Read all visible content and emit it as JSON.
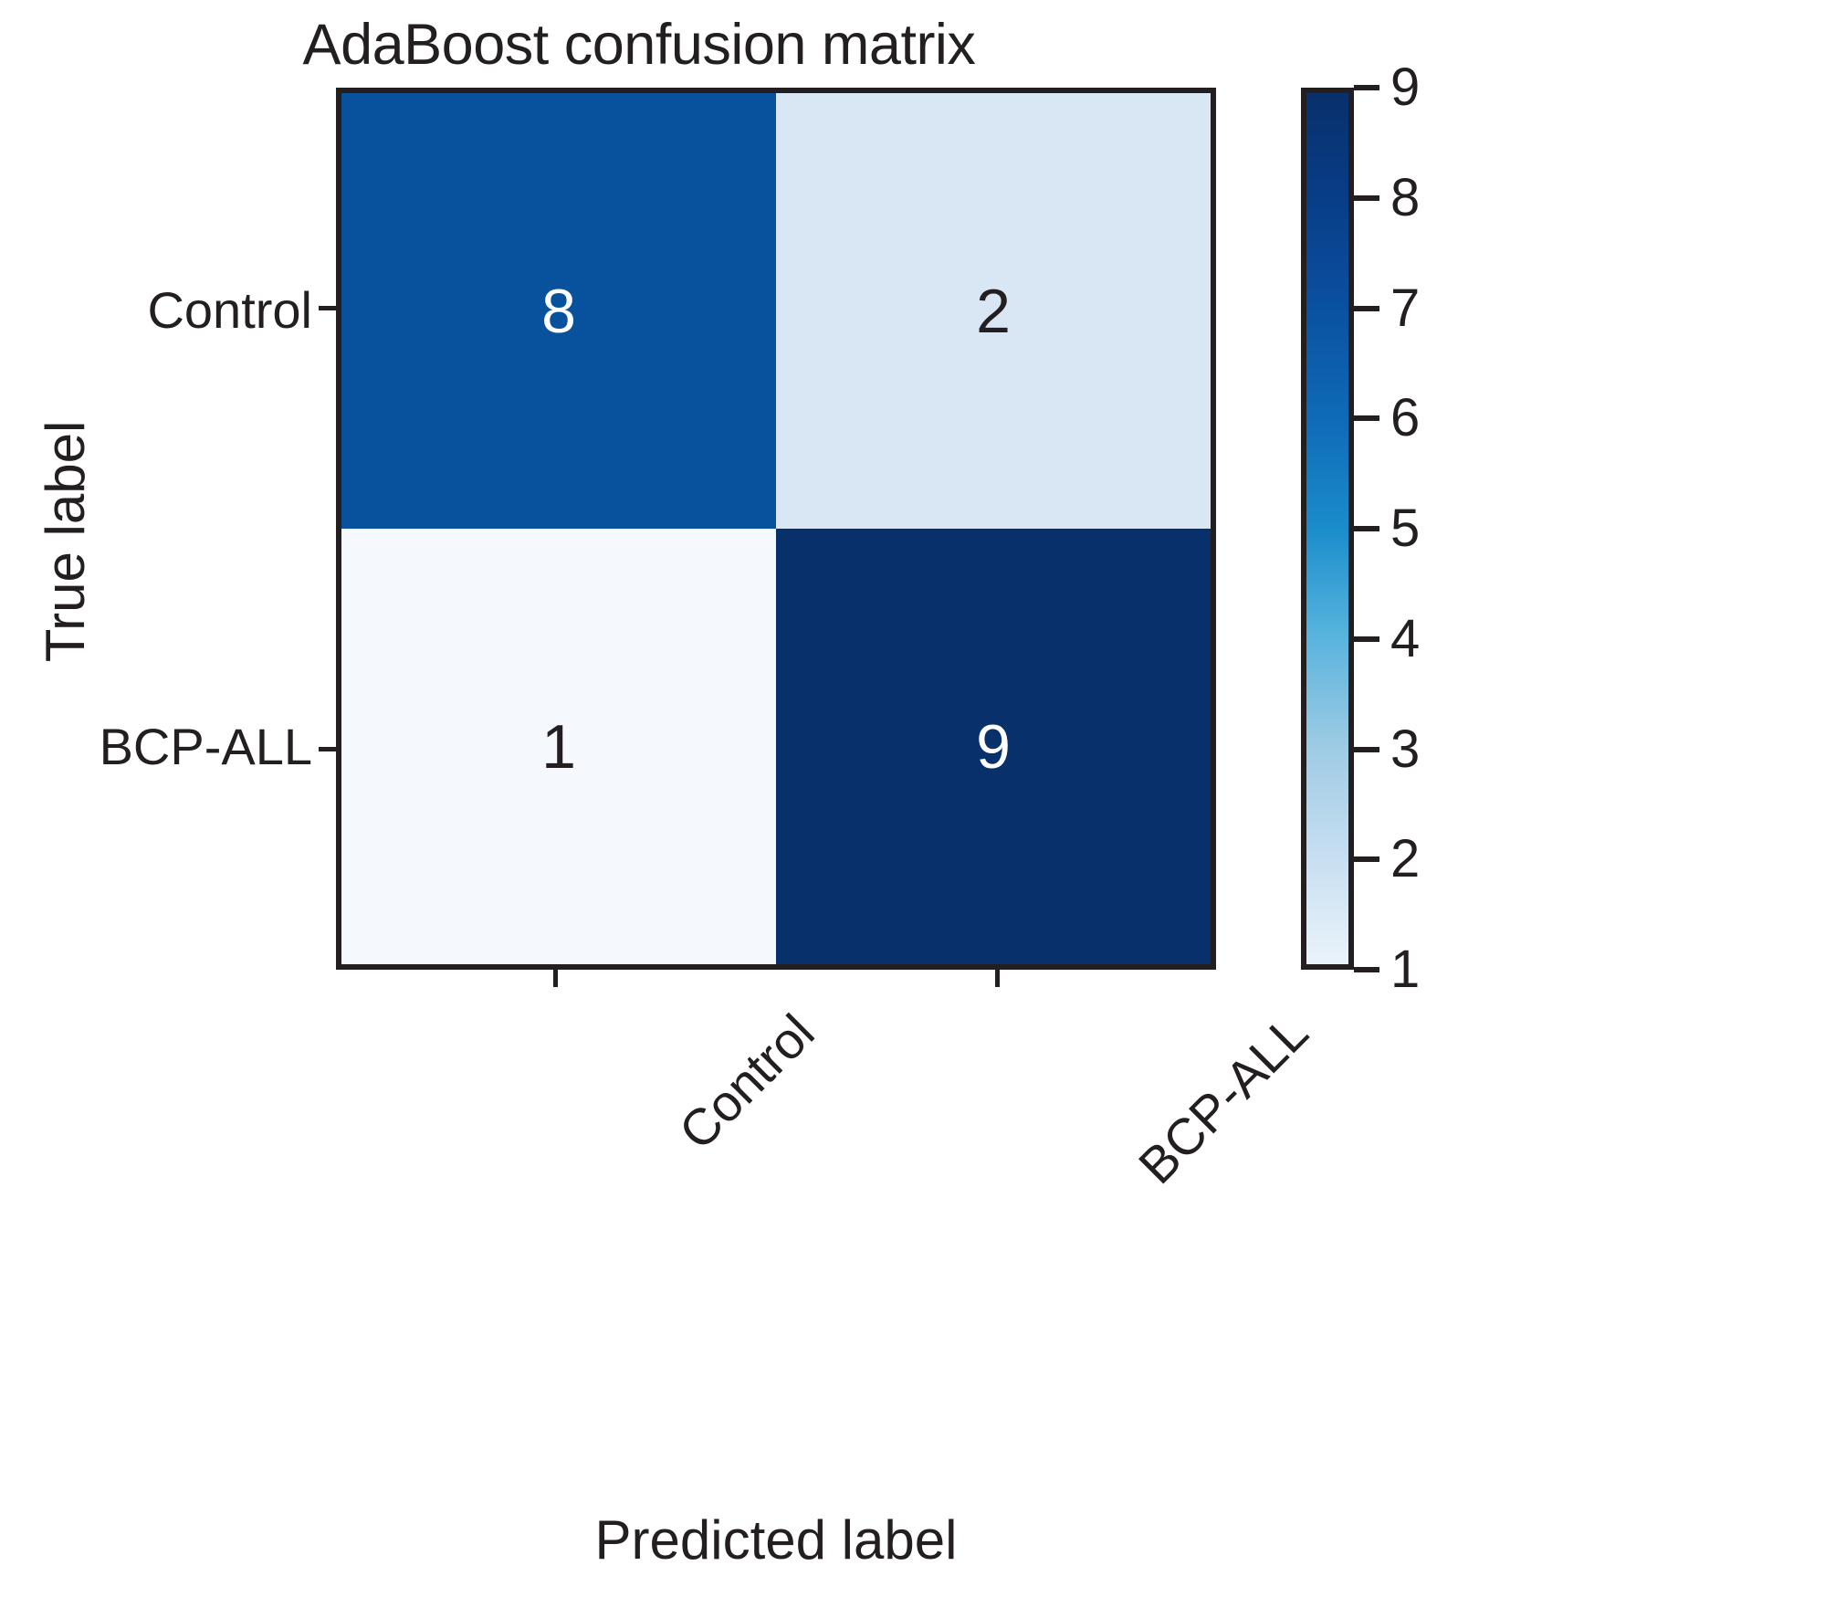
{
  "chart_data": {
    "type": "heatmap",
    "title": "AdaBoost confusion matrix",
    "xlabel": "Predicted label",
    "ylabel": "True label",
    "x_categories": [
      "Control",
      "BCP-ALL"
    ],
    "y_categories": [
      "Control",
      "BCP-ALL"
    ],
    "matrix": [
      [
        8,
        2
      ],
      [
        1,
        9
      ]
    ],
    "cells": [
      {
        "row": 0,
        "col": 0,
        "true_label": "Control",
        "predicted_label": "Control",
        "value": "8",
        "fill": "#08519c",
        "text_color": "#ffffff"
      },
      {
        "row": 0,
        "col": 1,
        "true_label": "Control",
        "predicted_label": "BCP-ALL",
        "value": "2",
        "fill": "#d9e7f4",
        "text_color": "#231f20"
      },
      {
        "row": 1,
        "col": 0,
        "true_label": "BCP-ALL",
        "predicted_label": "Control",
        "value": "1",
        "fill": "#f5f9fe",
        "text_color": "#231f20"
      },
      {
        "row": 1,
        "col": 1,
        "true_label": "BCP-ALL",
        "predicted_label": "BCP-ALL",
        "value": "9",
        "fill": "#08306b",
        "text_color": "#ffffff"
      }
    ],
    "colorbar": {
      "ticks": [
        "9",
        "8",
        "7",
        "6",
        "5",
        "4",
        "3",
        "2",
        "1"
      ],
      "vmin": 1,
      "vmax": 9,
      "orientation": "vertical",
      "colormap": "Blues-like",
      "gradient_stops": [
        {
          "pos": 0,
          "color": "#08306b"
        },
        {
          "pos": 12,
          "color": "#083d87"
        },
        {
          "pos": 25,
          "color": "#0a51a1"
        },
        {
          "pos": 38,
          "color": "#0f6cb8"
        },
        {
          "pos": 50,
          "color": "#1b8ccb"
        },
        {
          "pos": 62,
          "color": "#56b3dd"
        },
        {
          "pos": 75,
          "color": "#9ecbe5"
        },
        {
          "pos": 88,
          "color": "#c8dff1"
        },
        {
          "pos": 100,
          "color": "#eaf3fb"
        }
      ]
    },
    "grid": false,
    "legend_position": "right",
    "axis_color": "#231f20",
    "background": "#ffffff"
  }
}
